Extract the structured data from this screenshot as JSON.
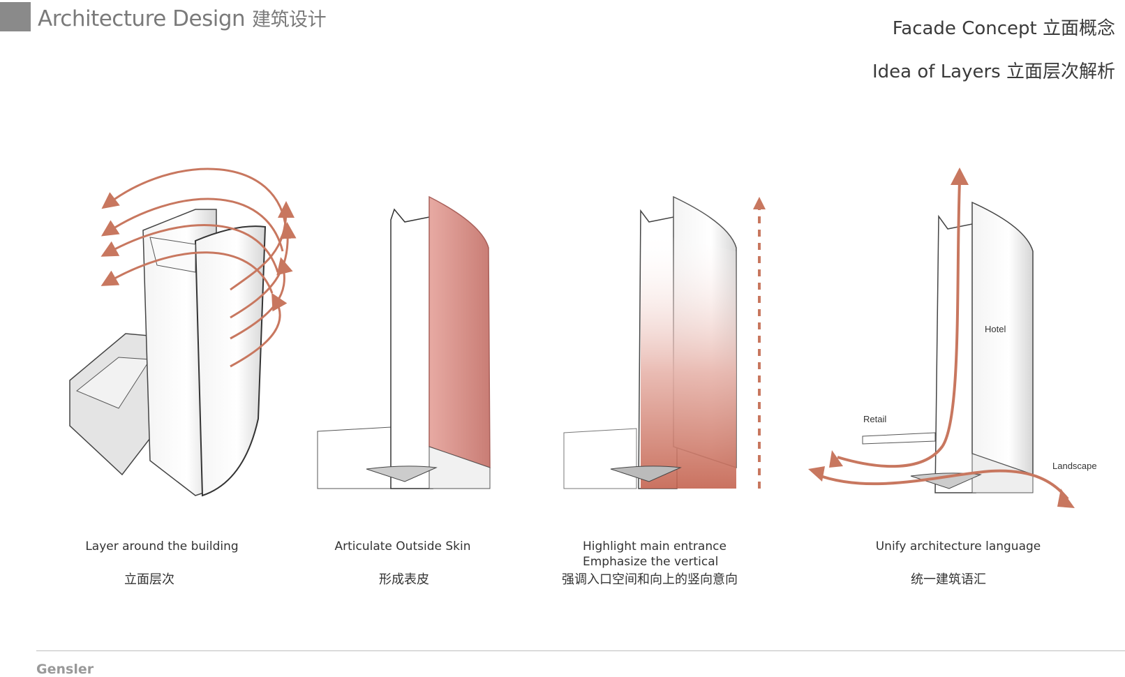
{
  "header": {
    "title": "Architecture Design",
    "title_cn": "建筑设计",
    "subtitle_1": "Facade Concept 立面概念",
    "subtitle_2": "Idea of Layers 立面层次解析"
  },
  "panels": [
    {
      "caption": "Layer around the building",
      "caption_cn": "立面层次"
    },
    {
      "caption": "Articulate Outside Skin",
      "caption_cn": "形成表皮"
    },
    {
      "caption_lines": [
        "Highlight main entrance",
        "Emphasize the vertical"
      ],
      "caption_cn": "强调入口空间和向上的竖向意向"
    },
    {
      "caption": "Unify architecture language",
      "caption_cn": "统一建筑语汇",
      "labels": {
        "hotel": "Hotel",
        "retail": "Retail",
        "landscape": "Landscape"
      }
    }
  ],
  "footer": {
    "brand": "Gensler"
  },
  "colors": {
    "accent": "#c8775f",
    "skin": "#d98f86",
    "title_gray": "#7a7a7a"
  }
}
